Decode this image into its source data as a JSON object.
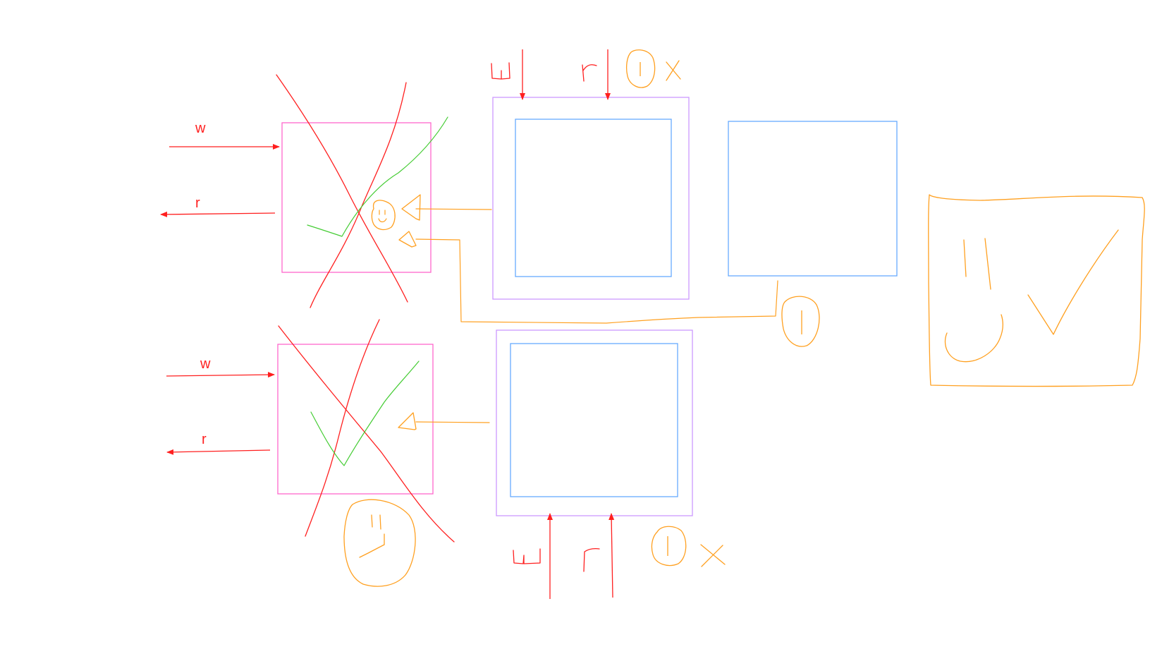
{
  "colors": {
    "red": "#ff1f1f",
    "pink": "#ff66cc",
    "purple": "#cc99ff",
    "blue": "#66aaff",
    "green": "#44cc33",
    "orange": "#ffa020",
    "background": "#ffffff"
  },
  "labels": {
    "top_write": "w",
    "top_read": "r",
    "bottom_write": "w",
    "bottom_read": "r"
  },
  "icons": [
    "smiley-face-icon",
    "checkmark-icon",
    "clock-face-icon",
    "ox-mark-icon"
  ]
}
